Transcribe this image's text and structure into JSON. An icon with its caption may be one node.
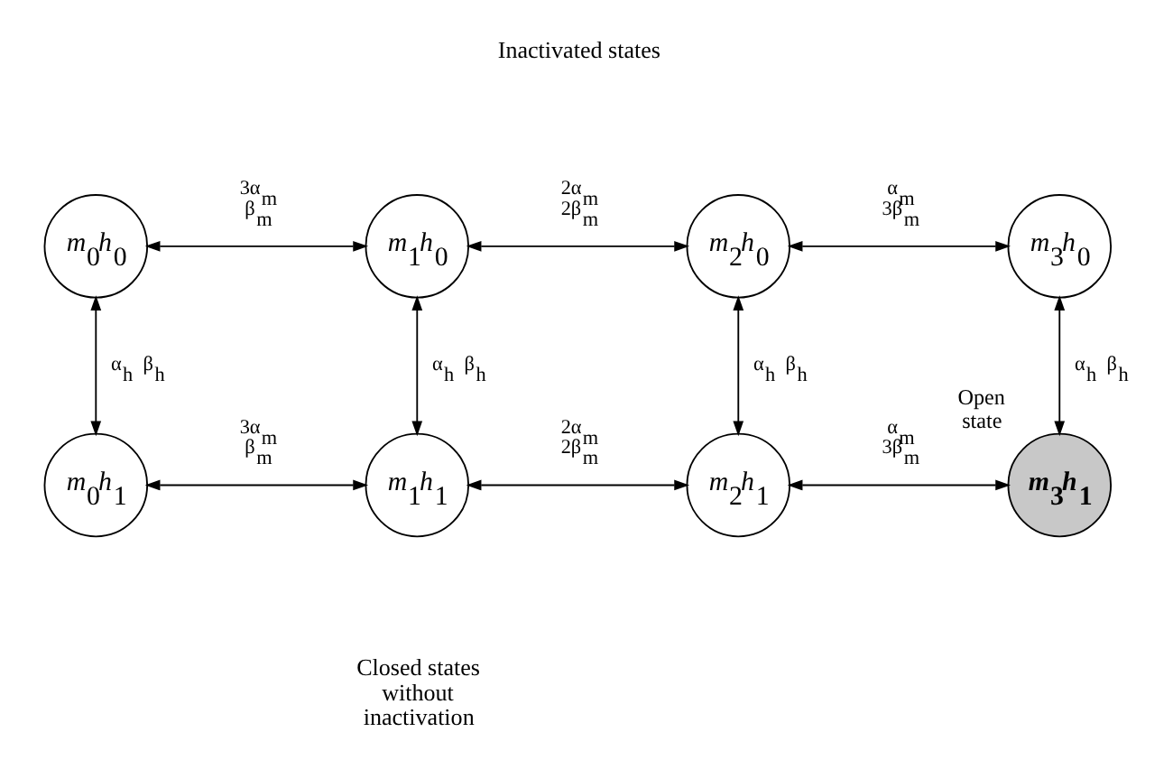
{
  "diagram": {
    "nodes": [
      {
        "text": [
          "m$_{0}$h$_{0}$"
        ]
      },
      {
        "text": [
          "m$_{1}$h$_{0}$"
        ]
      },
      {
        "text": [
          "m$_{2}$h$_{0}$"
        ]
      },
      {
        "text": [
          "m$_{3}$h$_{0}$"
        ]
      },
      {
        "text": [
          "m$_{0}$h$_{1}$"
        ]
      },
      {
        "text": [
          "m$_{1}$h$_{1}$"
        ]
      },
      {
        "text": [
          "m$_{2}$h$_{1}$"
        ]
      },
      {
        "text": [
          "m$_{3}$h$_{1}$"
        ],
        "beside": [
          "Open state"
        ]
      }
    ],
    "edges": [
      {
        "from": 0,
        "to": 1,
        "arrow": "both",
        "label": "3α$_{m}$ β$_{m}$"
      },
      {
        "from": 1,
        "to": 2,
        "arrow": "both",
        "label": "2α$_{m}$ 2β$_{m}$"
      },
      {
        "from": 2,
        "to": 3,
        "arrow": "both",
        "label": "α$_{m}$ 3β$_{m}$"
      },
      {
        "from": 0,
        "to": 4,
        "arrow": "both",
        "label": "α$_{h}$ β$_{h}$"
      },
      {
        "from": 1,
        "to": 5,
        "arrow": "both",
        "label": "α$_{h}$ β$_{h}$"
      },
      {
        "from": 2,
        "to": 6,
        "arrow": "both",
        "label": "α$_{h}$ β$_{h}$"
      },
      {
        "from": 3,
        "to": 7,
        "arrow": "both",
        "label": "α$_{h}$ β$_{h}$"
      },
      {
        "from": 4,
        "to": 5,
        "arrow": "both",
        "label": "3α$_{m}$ β$_{m}$"
      },
      {
        "from": 5,
        "to": 6,
        "arrow": "both",
        "label": "2α$_{m}$ 2β$_{m}$"
      },
      {
        "from": 6,
        "to": 7,
        "arrow": "both",
        "label": "α$_{m}$ 3β$_{m}$"
      }
    ],
    "labels": [
      "Inactivated states",
      "Closed states without inactivation"
    ]
  }
}
